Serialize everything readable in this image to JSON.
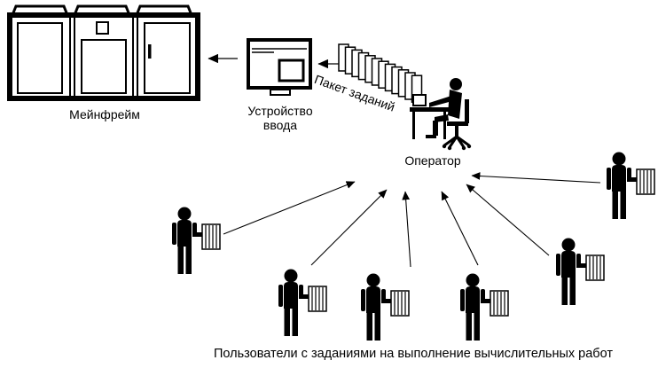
{
  "page": {
    "background": "#ffffff",
    "ink": "#000000"
  },
  "diagram": {
    "mainframe": {
      "label": "Мейнфрейм",
      "icon": "mainframe-icon"
    },
    "input_device": {
      "label_line1": "Устройство",
      "label_line2": "ввода",
      "icon": "input-device-icon"
    },
    "job_batch": {
      "label": "Пакет заданий",
      "icon": "punched-card-stack-icon"
    },
    "operator": {
      "label": "Оператор",
      "icon": "operator-at-desk-icon"
    },
    "users": {
      "caption": "Пользователи с заданиями на выполнение вычислительных работ",
      "count": 6,
      "icon": "user-with-job-cards-icon"
    }
  }
}
